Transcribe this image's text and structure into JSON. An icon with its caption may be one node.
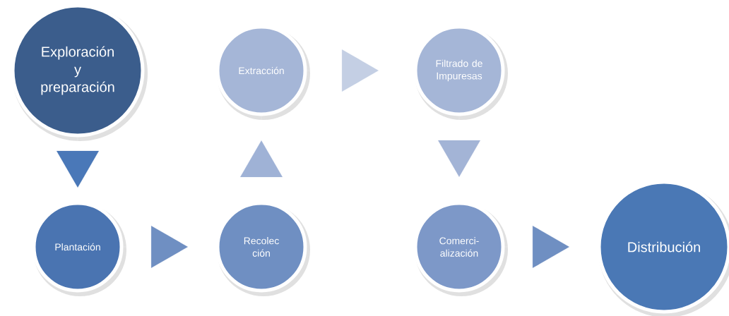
{
  "diagram": {
    "nodes": [
      {
        "text": [
          "Exploración y preparación"
        ]
      },
      {
        "text": [
          "Plantación"
        ]
      },
      {
        "text": [
          "Recolec ción"
        ]
      },
      {
        "text": [
          "Extracción"
        ]
      },
      {
        "text": [
          "Filtrado de Impuresas"
        ]
      },
      {
        "text": [
          "Comerci- alización"
        ]
      },
      {
        "text": [
          "Distribución"
        ]
      }
    ],
    "edges": [
      {
        "from": 0,
        "to": 1,
        "arrow": "to",
        "color": "#4a78b8"
      },
      {
        "from": 1,
        "to": 2,
        "arrow": "to",
        "color": "#6f8fc2"
      },
      {
        "from": 2,
        "to": 3,
        "arrow": "to",
        "color": "#9fb2d6"
      },
      {
        "from": 3,
        "to": 4,
        "arrow": "to",
        "color": "#c4cfe4"
      },
      {
        "from": 4,
        "to": 5,
        "arrow": "to",
        "color": "#a3b4d6"
      },
      {
        "from": 5,
        "to": 6,
        "arrow": "to",
        "color": "#6f8fc2"
      }
    ]
  }
}
